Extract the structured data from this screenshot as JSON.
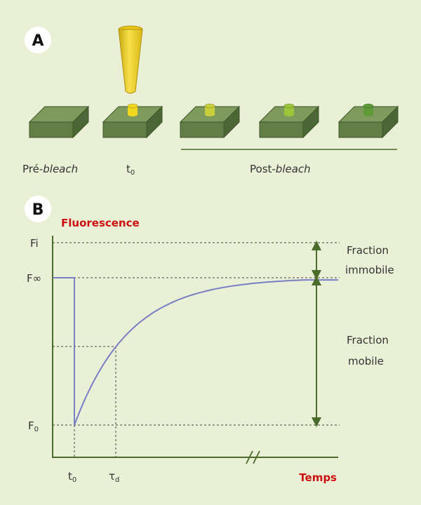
{
  "panel_a": {
    "label": "A",
    "pre_label_prefix": "Pré-",
    "pre_label_italic": "bleach",
    "t0_label": "t",
    "t0_sub": "0",
    "post_label_prefix": "Post-",
    "post_label_italic": "bleach"
  },
  "panel_b": {
    "label": "B",
    "y_title": "Fluorescence",
    "x_title": "Temps",
    "fi_label": "Fi",
    "finf_label": "F∞",
    "f0_label": "F",
    "f0_sub": "0",
    "t0_label": "t",
    "t0_sub": "0",
    "tau_label": "τ",
    "tau_sub": "d",
    "immobile_line1": "Fraction",
    "immobile_line2": "immobile",
    "mobile_line1": "Fraction",
    "mobile_line2": "mobile",
    "break_mark": "//"
  },
  "colors": {
    "background": "#e9f0d6",
    "axis": "#4a6b2a",
    "curve": "#7a7ec4",
    "title_red": "#cc1111",
    "block_top": "#7f9a5d",
    "block_front": "#627e46",
    "block_side": "#4d6636",
    "pipette": "#f0d21a",
    "spot_bleached": "#f0d820",
    "spot_mid1": "#c8cf3a",
    "spot_mid2": "#9cc53a",
    "spot_recovered": "#5e9a36"
  },
  "chart_data": {
    "type": "line",
    "title": "",
    "xlabel": "Temps",
    "ylabel": "Fluorescence",
    "x_ticks": [
      "t0",
      "τd"
    ],
    "y_ticks": [
      "F0",
      "Fi",
      "F∞"
    ],
    "series": [
      {
        "points": [
          [
            -0.3,
            1.0
          ],
          [
            0.0,
            1.0
          ],
          [
            0.0,
            0.0
          ],
          [
            1,
            0.53
          ],
          [
            2,
            0.72
          ],
          [
            3,
            0.82
          ],
          [
            4,
            0.88
          ],
          [
            5,
            0.92
          ],
          [
            7,
            0.96
          ],
          [
            10,
            0.985
          ]
        ]
      }
    ],
    "annotations": [
      "Fraction immobile",
      "Fraction mobile"
    ],
    "grid": false
  }
}
